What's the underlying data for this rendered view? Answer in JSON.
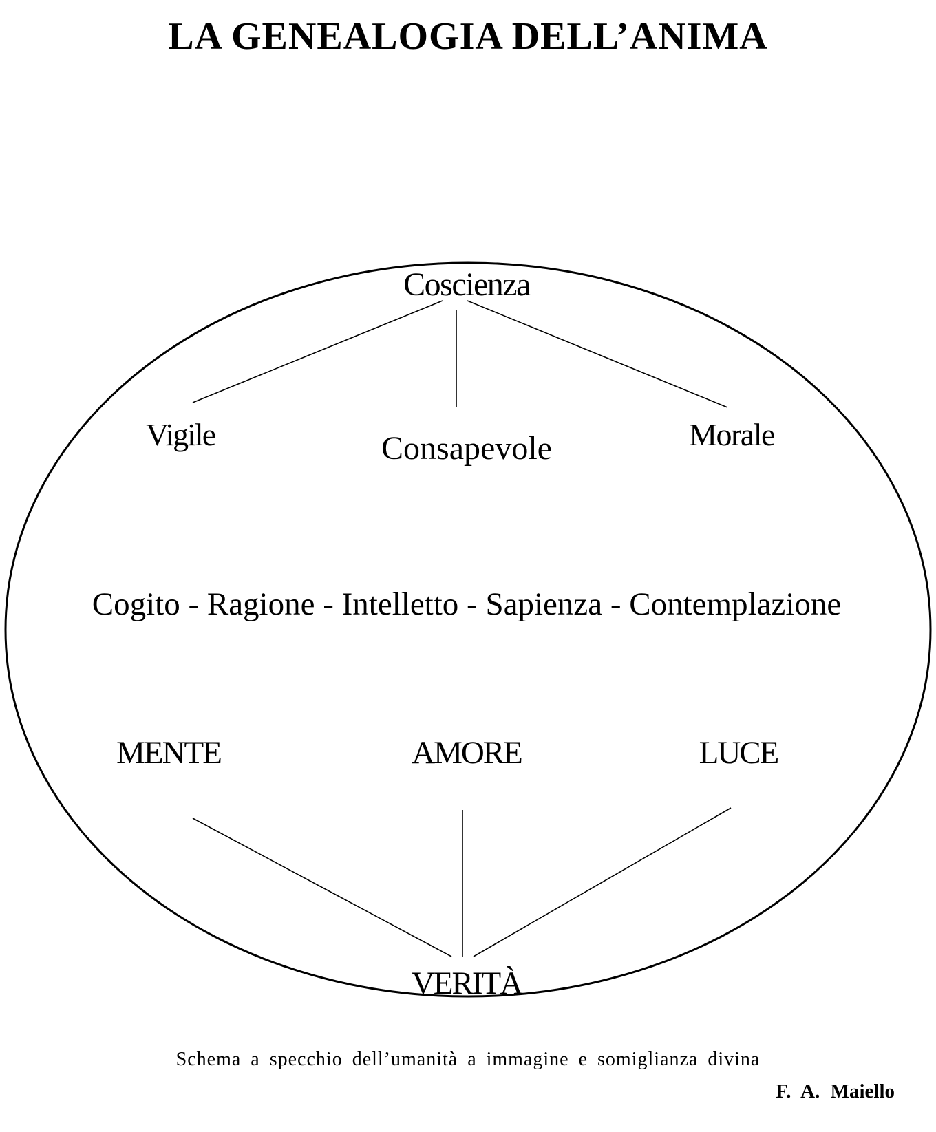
{
  "title": "LA GENEALOGIA DELL’ANIMA",
  "nodes": {
    "coscienza": "Coscienza",
    "vigile": "Vigile",
    "consapevole": "Consapevole",
    "morale": "Morale",
    "sequence": "Cogito - Ragione - Intelletto - Sapienza - Contemplazione",
    "mente": "MENTE",
    "amore": "AMORE",
    "luce": "LUCE",
    "verita": "VERITÀ"
  },
  "caption": "Schema a specchio dell’umanità a immagine e somiglianza divina",
  "author": "F. A. Maiello",
  "colors": {
    "background": "#ffffff",
    "ink": "#000000"
  }
}
